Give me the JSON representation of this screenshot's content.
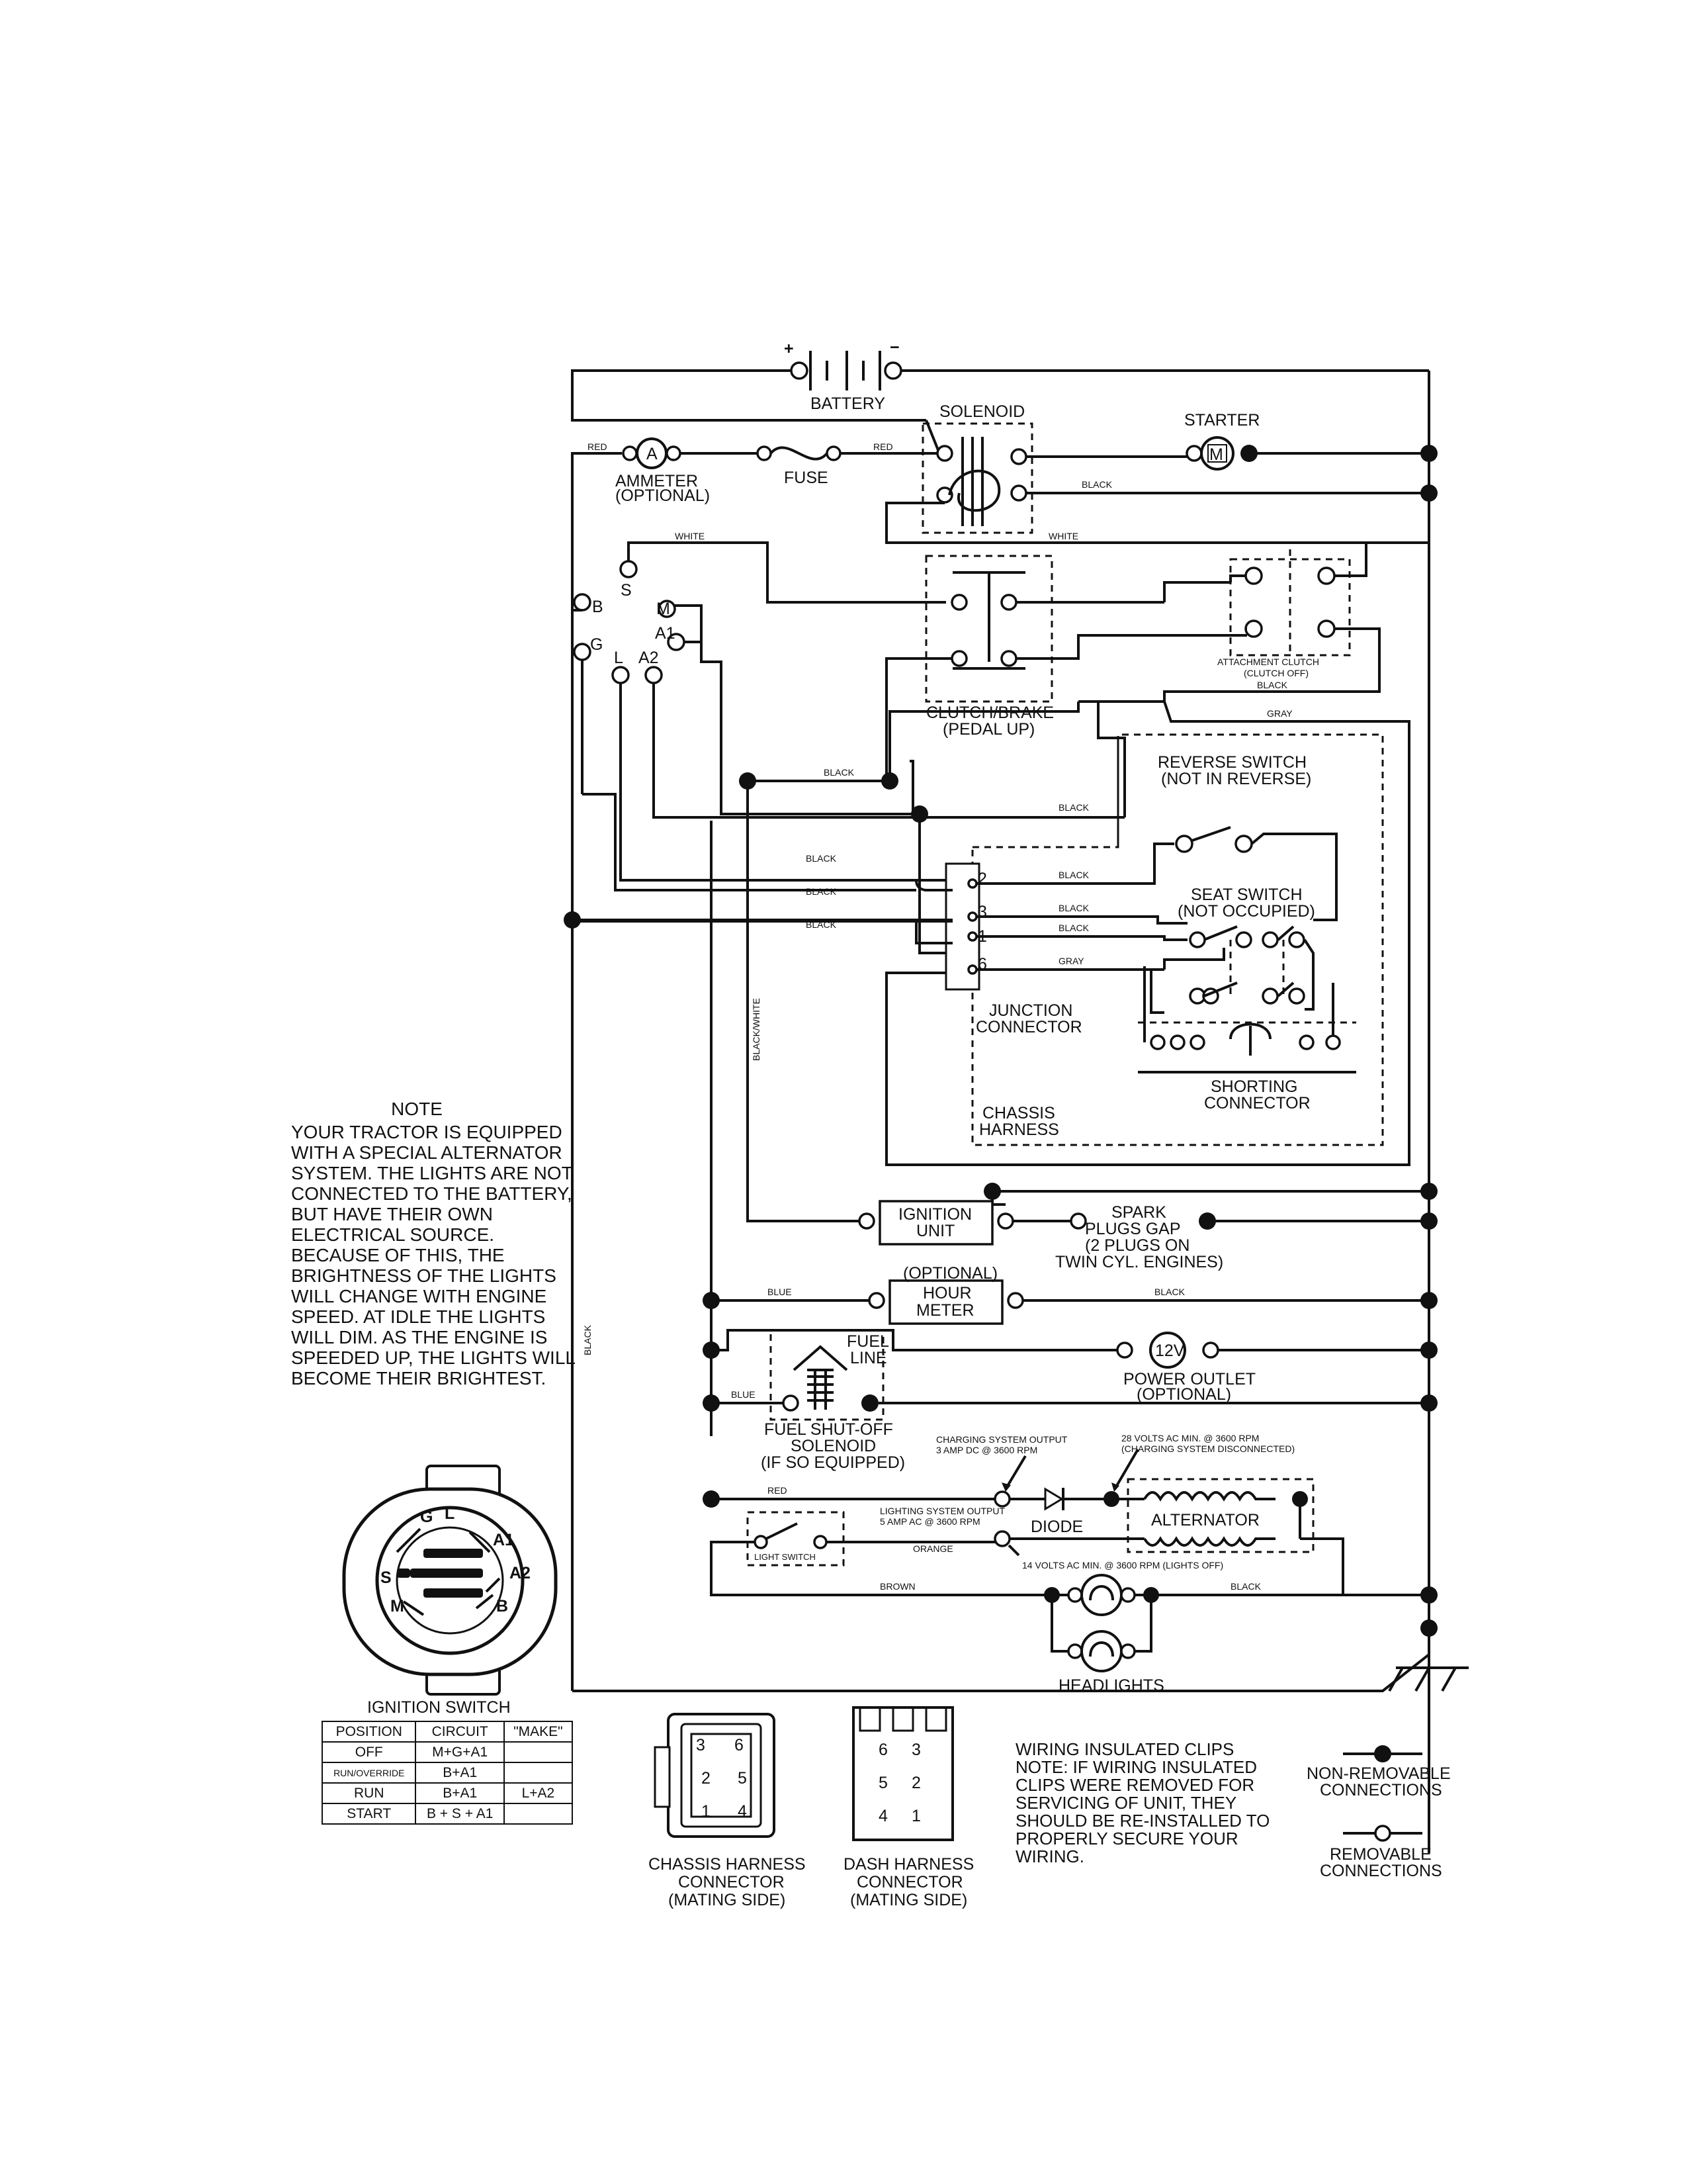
{
  "components": {
    "battery": "BATTERY",
    "battery_plus": "+",
    "battery_minus": "−",
    "solenoid": "SOLENOID",
    "starter": "STARTER",
    "starter_symbol": "M",
    "ammeter_symbol": "A",
    "ammeter": "AMMETER",
    "ammeter_optional": "(OPTIONAL)",
    "fuse": "FUSE",
    "clutch_brake": "CLUTCH/BRAKE",
    "clutch_brake_state": "(PEDAL UP)",
    "attachment_clutch": "ATTACHMENT CLUTCH",
    "attachment_clutch_state": "(CLUTCH OFF)",
    "reverse_switch": "REVERSE SWITCH",
    "reverse_switch_state": "(NOT IN REVERSE)",
    "seat_switch": "SEAT SWITCH",
    "seat_switch_state": "(NOT OCCUPIED)",
    "junction_connector_1": "JUNCTION",
    "junction_connector_2": "CONNECTOR",
    "junction_pins": [
      "2",
      "3",
      "1",
      "6"
    ],
    "shorting_connector_1": "SHORTING",
    "shorting_connector_2": "CONNECTOR",
    "chassis_harness_1": "CHASSIS",
    "chassis_harness_2": "HARNESS",
    "ignition_unit_1": "IGNITION",
    "ignition_unit_2": "UNIT",
    "spark_plugs_1": "SPARK",
    "spark_plugs_2": "PLUGS GAP",
    "spark_plugs_3": "(2 PLUGS ON",
    "spark_plugs_4": "TWIN CYL. ENGINES)",
    "hour_meter_optional": "(OPTIONAL)",
    "hour_meter_1": "HOUR",
    "hour_meter_2": "METER",
    "fuel_line_1": "FUEL",
    "fuel_line_2": "LINE",
    "power_outlet_symbol": "12V",
    "power_outlet": "POWER OUTLET",
    "power_outlet_optional": "(OPTIONAL)",
    "fuel_solenoid_1": "FUEL SHUT-OFF",
    "fuel_solenoid_2": "SOLENOID",
    "fuel_solenoid_3": "(IF SO EQUIPPED)",
    "charging_output_1": "CHARGING SYSTEM OUTPUT",
    "charging_output_2": "3 AMP DC @ 3600 RPM",
    "volts28_1": "28 VOLTS AC MIN. @ 3600 RPM",
    "volts28_2": "(CHARGING SYSTEM DISCONNECTED)",
    "diode": "DIODE",
    "alternator": "ALTERNATOR",
    "lighting_output_1": "LIGHTING SYSTEM OUTPUT",
    "lighting_output_2": "5 AMP AC @ 3600 RPM",
    "volts14": "14 VOLTS AC MIN. @ 3600 RPM (LIGHTS OFF)",
    "light_switch": "LIGHT SWITCH",
    "headlights": "HEADLIGHTS",
    "ignition_terminals": [
      "S",
      "M",
      "A1",
      "A2",
      "L",
      "G",
      "B"
    ]
  },
  "wire_colors": {
    "red": "RED",
    "white": "WHITE",
    "black": "BLACK",
    "gray": "GRAY",
    "black_white": "BLACK/WHITE",
    "blue": "BLUE",
    "orange": "ORANGE",
    "brown": "BROWN"
  },
  "note": {
    "title": "NOTE",
    "body": "YOUR TRACTOR IS EQUIPPED WITH A SPECIAL ALTERNATOR SYSTEM. THE LIGHTS ARE NOT CONNECTED TO THE BATTERY, BUT HAVE THEIR OWN ELECTRICAL SOURCE. BECAUSE OF THIS, THE BRIGHTNESS OF THE LIGHTS WILL CHANGE WITH ENGINE SPEED. AT IDLE THE LIGHTS WILL DIM. AS THE ENGINE IS SPEEDED UP, THE LIGHTS WILL BECOME THEIR BRIGHTEST."
  },
  "ignition_switch": {
    "title": "IGNITION SWITCH",
    "face_labels": [
      "G",
      "L",
      "A1",
      "A2",
      "S",
      "M",
      "B"
    ],
    "headers": [
      "POSITION",
      "CIRCUIT",
      "\"MAKE\""
    ],
    "rows": [
      {
        "position": "OFF",
        "circuit": "M+G+A1",
        "extra": ""
      },
      {
        "position": "RUN/OVERRIDE",
        "circuit": "B+A1",
        "extra": ""
      },
      {
        "position": "RUN",
        "circuit": "B+A1",
        "extra": "L+A2"
      },
      {
        "position": "START",
        "circuit": "B + S + A1",
        "extra": ""
      }
    ]
  },
  "connectors": {
    "chassis_1": "CHASSIS HARNESS",
    "chassis_2": "CONNECTOR",
    "chassis_3": "(MATING SIDE)",
    "chassis_pins": [
      "3",
      "6",
      "2",
      "5",
      "1",
      "4"
    ],
    "dash_1": "DASH HARNESS",
    "dash_2": "CONNECTOR",
    "dash_3": "(MATING SIDE)",
    "dash_pins": [
      "6",
      "3",
      "5",
      "2",
      "4",
      "1"
    ]
  },
  "wiring_note": {
    "title": "WIRING INSULATED CLIPS",
    "lines": [
      "NOTE: IF WIRING INSULATED",
      "CLIPS WERE REMOVED FOR",
      "SERVICING OF UNIT, THEY",
      "SHOULD BE RE-INSTALLED TO",
      "PROPERLY SECURE YOUR",
      "WIRING."
    ]
  },
  "legend": {
    "non_removable_1": "NON-REMOVABLE",
    "non_removable_2": "CONNECTIONS",
    "removable_1": "REMOVABLE",
    "removable_2": "CONNECTIONS"
  }
}
